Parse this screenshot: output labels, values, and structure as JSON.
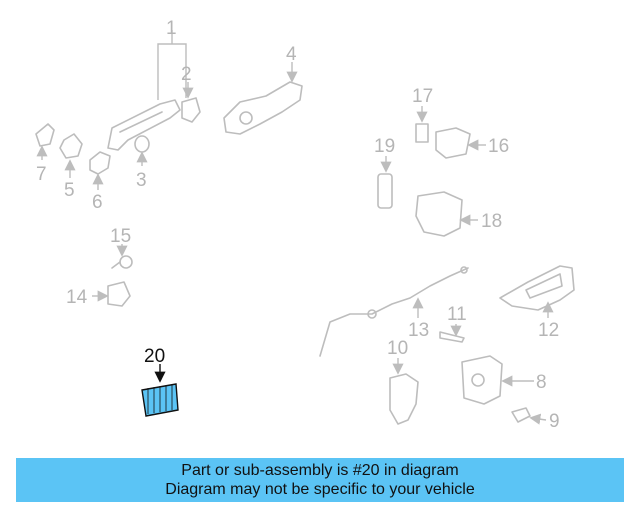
{
  "diagram": {
    "highlighted_part": "20",
    "colors": {
      "highlight": "#5bc4f5",
      "parts": "#bdbdbd",
      "label_active": "#111111"
    },
    "labels": [
      "1",
      "2",
      "3",
      "4",
      "5",
      "6",
      "7",
      "8",
      "9",
      "10",
      "11",
      "12",
      "13",
      "14",
      "15",
      "16",
      "17",
      "18",
      "19",
      "20"
    ]
  },
  "banner": {
    "line1": "Part or sub-assembly is #20 in diagram",
    "line2": "Diagram may not be specific to your vehicle"
  }
}
